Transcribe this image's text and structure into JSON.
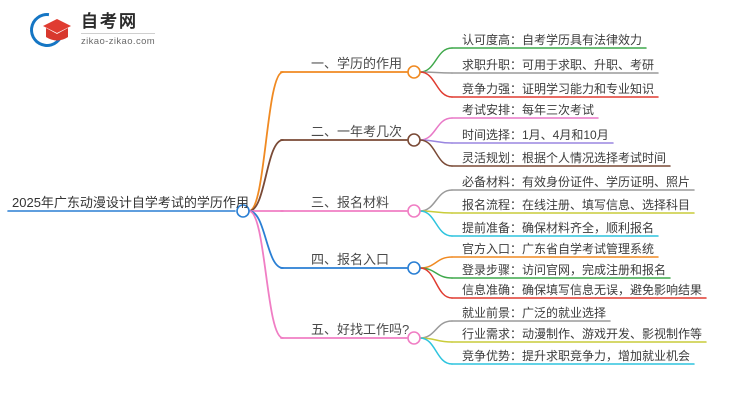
{
  "logo": {
    "name_cn": "自考网",
    "domain": "zikao-zikao.com",
    "ring_color": "#1576c4",
    "cap_color": "#e03c31"
  },
  "mindmap": {
    "root": {
      "label": "2025年广东动漫设计自学考试的学历作用",
      "node_color": "#2a7fd4",
      "underline_color": "#2a7fd4"
    },
    "branches": [
      {
        "label": "一、学历的作用",
        "color": "#f08a22",
        "node_color": "#f08a22",
        "leaves": [
          {
            "text": "认可度高：自考学历具有法律效力",
            "color": "#3fa84b"
          },
          {
            "text": "求职升职：可用于求职、升职、考研",
            "color": "#9a9a9a"
          },
          {
            "text": "竞争力强：证明学习能力和专业知识",
            "color": "#e03c31"
          }
        ]
      },
      {
        "label": "二、一年考几次",
        "color": "#7a4a36",
        "node_color": "#7a4a36",
        "leaves": [
          {
            "text": "考试安排：每年三次考试",
            "color": "#e879c7"
          },
          {
            "text": "时间选择：1月、4月和10月",
            "color": "#9a86e0"
          },
          {
            "text": "灵活规划：根据个人情况选择考试时间",
            "color": "#7a4a36"
          }
        ]
      },
      {
        "label": "三、报名材料",
        "color": "#f07ec4",
        "node_color": "#f07ec4",
        "leaves": [
          {
            "text": "必备材料：有效身份证件、学历证明、照片",
            "color": "#9a9a9a"
          },
          {
            "text": "报名流程：在线注册、填写信息、选择科目",
            "color": "#c9cc3a"
          },
          {
            "text": "提前准备：确保材料齐全，顺利报名",
            "color": "#2ec4de"
          }
        ]
      },
      {
        "label": "四、报名入口",
        "color": "#2a7fd4",
        "node_color": "#2a7fd4",
        "leaves": [
          {
            "text": "官方入口：广东省自学考试管理系统",
            "color": "#f08a22"
          },
          {
            "text": "登录步骤：访问官网，完成注册和报名",
            "color": "#3fa84b"
          },
          {
            "text": "信息准确：确保填写信息无误，避免影响结果",
            "color": "#e03c31"
          }
        ]
      },
      {
        "label": "五、好找工作吗?",
        "color": "#f07ec4",
        "node_color": "#f07ec4",
        "leaves": [
          {
            "text": "就业前景：广泛的就业选择",
            "color": "#9a9a9a"
          },
          {
            "text": "行业需求：动漫制作、游戏开发、影视制作等",
            "color": "#c9cc3a"
          },
          {
            "text": "竞争优势：提升求职竞争力，增加就业机会",
            "color": "#2ec4de"
          }
        ]
      }
    ]
  }
}
